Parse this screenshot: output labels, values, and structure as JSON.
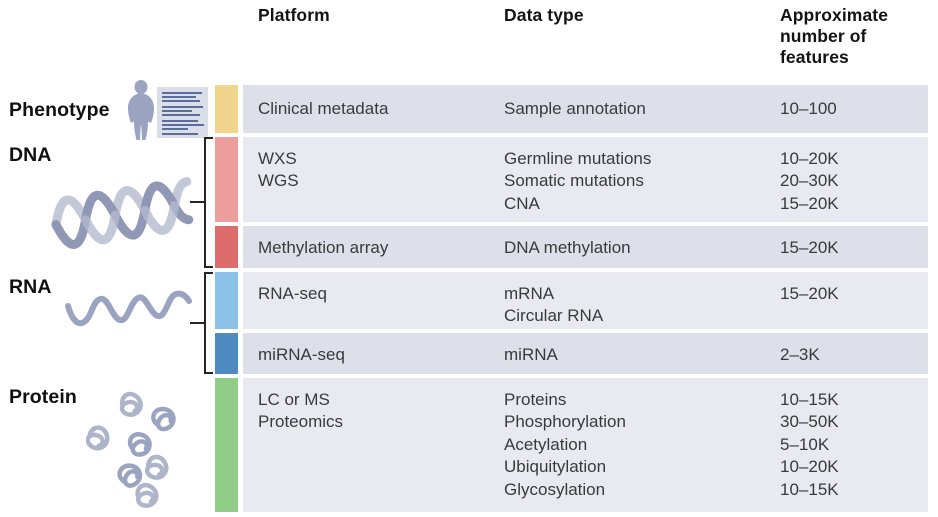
{
  "header": {
    "platform": "Platform",
    "data_type": "Data type",
    "features": "Approximate number of features"
  },
  "groups": [
    {
      "label": "Phenotype",
      "illustration": "person-with-clinical-record-icon"
    },
    {
      "label": "DNA",
      "illustration": "dna-double-helix-icon"
    },
    {
      "label": "RNA",
      "illustration": "rna-strand-icon"
    },
    {
      "label": "Protein",
      "illustration": "protein-molecules-icon"
    }
  ],
  "rows": [
    {
      "group": "Phenotype",
      "band_color": "#F2D58C",
      "platform": [
        "Clinical metadata"
      ],
      "data_types": [
        "Sample annotation"
      ],
      "features": [
        "10–100"
      ]
    },
    {
      "group": "DNA",
      "band_color": "#EC9E9D",
      "platform": [
        "WXS",
        "WGS"
      ],
      "data_types": [
        "Germline mutations",
        "Somatic mutations",
        "CNA"
      ],
      "features": [
        "10–20K",
        "20–30K",
        "15–20K"
      ]
    },
    {
      "group": "DNA",
      "band_color": "#DC6D6C",
      "platform": [
        "Methylation array"
      ],
      "data_types": [
        "DNA methylation"
      ],
      "features": [
        "15–20K"
      ]
    },
    {
      "group": "RNA",
      "band_color": "#8CC2E7",
      "platform": [
        "RNA-seq"
      ],
      "data_types": [
        "mRNA",
        "Circular RNA"
      ],
      "features": [
        "15–20K"
      ]
    },
    {
      "group": "RNA",
      "band_color": "#4F8BC0",
      "platform": [
        "miRNA-seq"
      ],
      "data_types": [
        "miRNA"
      ],
      "features": [
        "2–3K"
      ]
    },
    {
      "group": "Protein",
      "band_color": "#90CC88",
      "platform": [
        "LC or MS",
        "Proteomics"
      ],
      "data_types": [
        "Proteins",
        "Phosphorylation",
        "Acetylation",
        "Ubiquitylation",
        "Glycosylation"
      ],
      "features": [
        "10–15K",
        "30–50K",
        "5–10K",
        "10–20K",
        "10–15K"
      ]
    }
  ],
  "theme": {
    "row_bg_dark": "#DDE0E9",
    "row_bg_light": "#E9EAF1",
    "bracket_color": "#242424",
    "illustration_gray": "#9AA3BF",
    "illustration_light": "#C3C8D8",
    "doc_line_color": "#5D6D99"
  }
}
